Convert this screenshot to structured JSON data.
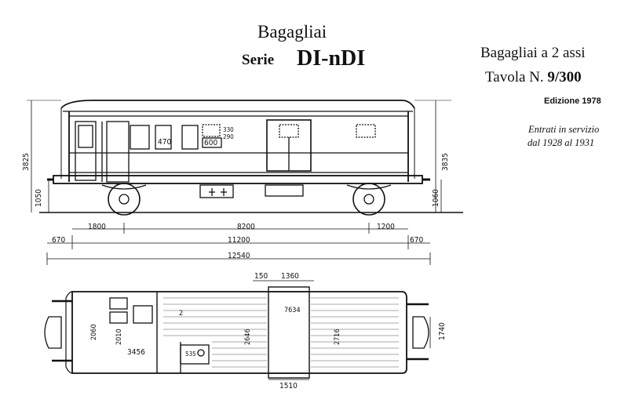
{
  "header": {
    "title": "Bagagliai",
    "series_label": "Serie",
    "series_code": "DI-nDI",
    "subtitle": "Bagagliai a 2 assi",
    "plate_label": "Tavola N.",
    "plate_number": "9/300",
    "edition": "Edizione 1978",
    "service_line1": "Entrati in servizio",
    "service_line2": "dal 1928 al 1931"
  },
  "side_view": {
    "window_labels": [
      "470",
      "600",
      "330",
      "290"
    ],
    "height_left": "3825",
    "height_right": "3835",
    "floor_left": "1050",
    "floor_right": "1060"
  },
  "dimensions": {
    "overhang_left": "1800",
    "wheelbase": "8200",
    "overhang_right": "1200",
    "buffer_left": "670",
    "body_length": "11200",
    "buffer_right": "670",
    "total_length": "12540"
  },
  "plan_view": {
    "door_offset": "150",
    "door_width": "1360",
    "door_width_bottom": "1510",
    "center_mark": "7634",
    "inner_width_a": "2646",
    "inner_width_b": "2716",
    "cab_width_a": "2060",
    "cab_width_b": "2010",
    "cab_length": "3456",
    "small_room": "535",
    "small_room_b": "2",
    "buffer_spacing": "1740"
  }
}
